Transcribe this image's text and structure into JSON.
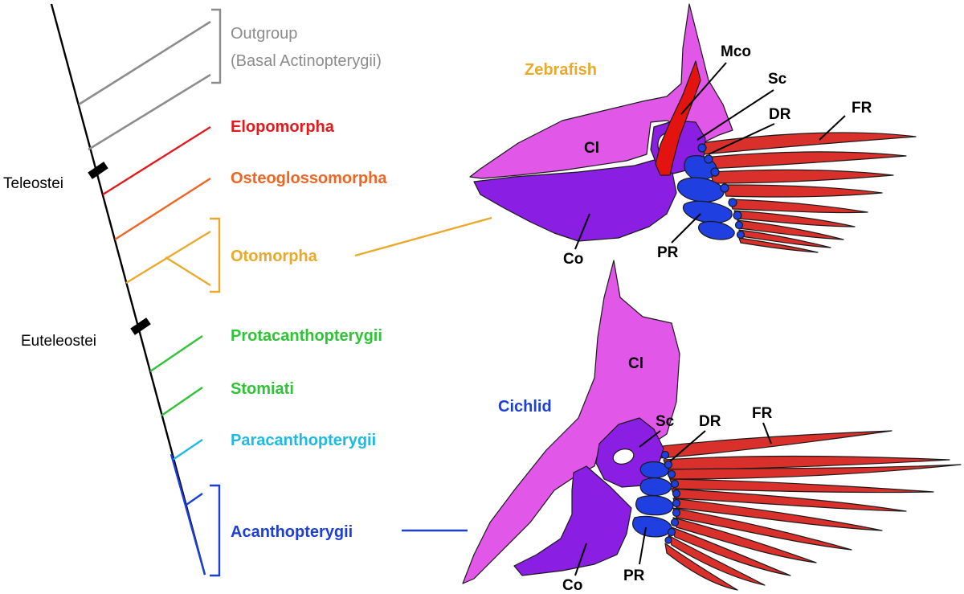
{
  "colors": {
    "outgroup": "#8c8c8c",
    "elopomorpha": "#e4191c",
    "osteoglossomorpha": "#f06522",
    "otomorpha": "#eaa92a",
    "protacanthopterygii": "#2ec436",
    "stomiati": "#2ec436",
    "paracanthopterygii": "#1fb9e6",
    "acanthopterygii": "#1c3fd9",
    "cleithrum": "#e157e8",
    "coracoid": "#8a1ee3",
    "scapula": "#8a1ee3",
    "mesocoracoid": "#e3140f",
    "radials": "#1f3fe0",
    "fin_rays": "#d9302b"
  },
  "tree": {
    "clades": [
      {
        "id": "outgroup",
        "line1": "Outgroup",
        "line2": "(Basal Actinopterygii)"
      },
      {
        "id": "elopomorpha",
        "label": "Elopomorpha"
      },
      {
        "id": "osteoglossomorpha",
        "label": "Osteoglossomorpha"
      },
      {
        "id": "otomorpha",
        "label": "Otomorpha"
      },
      {
        "id": "protacanthopterygii",
        "label": "Protacanthopterygii"
      },
      {
        "id": "stomiati",
        "label": "Stomiati"
      },
      {
        "id": "paracanthopterygii",
        "label": "Paracanthopterygii"
      },
      {
        "id": "acanthopterygii",
        "label": "Acanthopterygii"
      }
    ],
    "nodes": {
      "teleostei": "Teleostei",
      "euteleostei": "Euteleostei"
    }
  },
  "zebrafish": {
    "title": "Zebrafish",
    "labels": {
      "mco": "Mco",
      "sc": "Sc",
      "dr": "DR",
      "fr": "FR",
      "cl": "Cl",
      "co": "Co",
      "pr": "PR"
    }
  },
  "cichlid": {
    "title": "Cichlid",
    "labels": {
      "cl": "Cl",
      "sc": "Sc",
      "dr": "DR",
      "fr": "FR",
      "co": "Co",
      "pr": "PR"
    }
  }
}
